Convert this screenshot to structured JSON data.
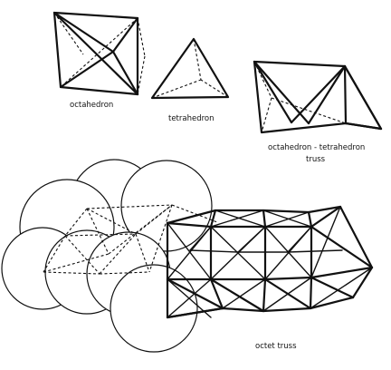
{
  "labels": {
    "octahedron": "octahedron",
    "tetrahedron": "tetrahedron",
    "truss_line1": "octahedron - tetrahedron",
    "truss_line2": "truss",
    "octet": "octet truss"
  }
}
